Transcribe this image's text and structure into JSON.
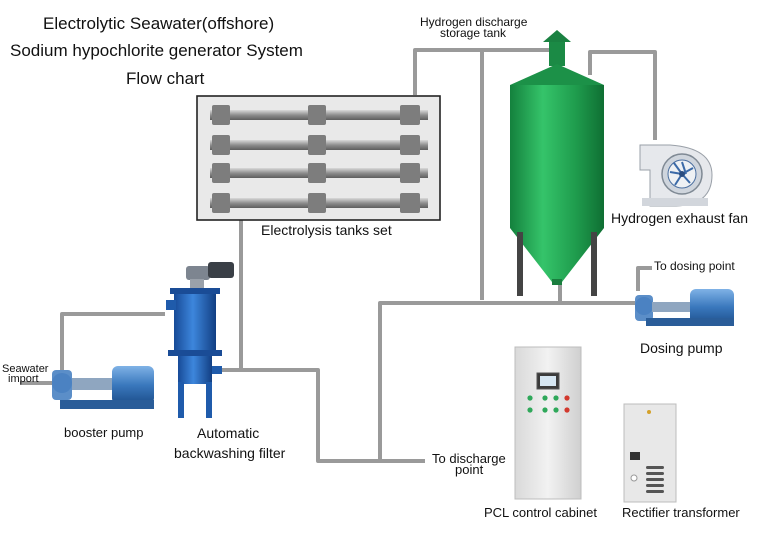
{
  "title": {
    "line1": "Electrolytic Seawater(offshore)",
    "line2": "Sodium hypochlorite generator System",
    "line3": "Flow chart"
  },
  "labels": {
    "hydrogen_tank_line1": "Hydrogen discharge",
    "hydrogen_tank_line2": "storage tank",
    "electrolysis_tanks": "Electrolysis tanks set",
    "exhaust_fan": "Hydrogen exhaust fan",
    "to_dosing_point": "To dosing point",
    "dosing_pump": "Dosing pump",
    "seawater_line1": "Seawater",
    "seawater_line2": "import",
    "booster_pump": "booster pump",
    "filter_line1": "Automatic",
    "filter_line2": "backwashing filter",
    "discharge_line1": "To discharge",
    "discharge_line2": "point",
    "plc_cabinet": "PCL control cabinet",
    "rectifier": "Rectifier transformer"
  },
  "colors": {
    "pipe": "#9a9a9a",
    "tank_green": "#22a455",
    "pump_blue": "#3f7fc0",
    "filter_blue": "#1f5fb8",
    "cabinet": "#ebebeb"
  },
  "icons": [
    "fan-icon",
    "pump-icon",
    "filter-icon",
    "cabinet-icon",
    "transformer-icon",
    "tank-icon"
  ]
}
